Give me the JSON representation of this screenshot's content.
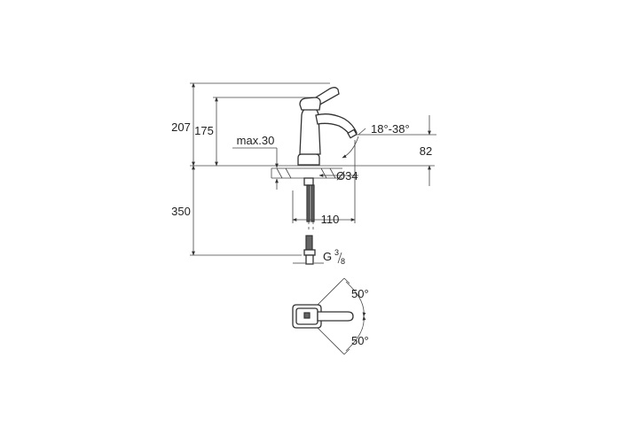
{
  "drawing": {
    "dimensions": {
      "total_height": "207",
      "spout_height": "175",
      "max_thickness": "max.30",
      "spout_angle": "18°-38°",
      "spout_outlet_height": "82",
      "base_diameter": "Ø34",
      "spout_reach": "110",
      "hose_length": "350",
      "connection_thread_prefix": "G",
      "connection_thread_num": "3",
      "connection_thread_den": "8",
      "rotation_top": "50°",
      "rotation_bottom": "50°"
    }
  }
}
